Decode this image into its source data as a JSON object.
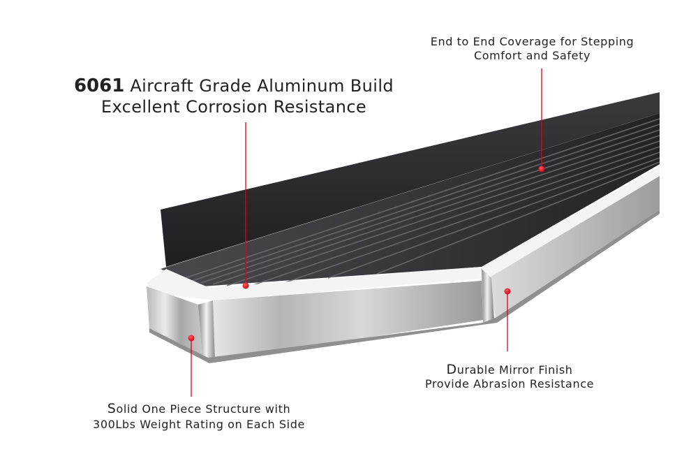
{
  "callouts": {
    "coverage": {
      "line1": "End to End Coverage for Stepping",
      "line2": "Comfort and Safety"
    },
    "aluminum": {
      "number": "6061",
      "line1_rest": "Aircraft Grade Aluminum Build",
      "line2": "Excellent Corrosion Resistance"
    },
    "structure": {
      "first_letter": "S",
      "line1_rest": "olid One Piece Structure with",
      "line2": "300Lbs Weight Rating on Each Side"
    },
    "finish": {
      "first_letter": "D",
      "line1_rest": "urable Mirror Finish",
      "line2": "Provide Abrasion Resistance"
    }
  },
  "colors": {
    "marker": "#e1001a",
    "tread": "#2d2d2f",
    "chrome": "#c9c9c9",
    "text": "#222222"
  }
}
